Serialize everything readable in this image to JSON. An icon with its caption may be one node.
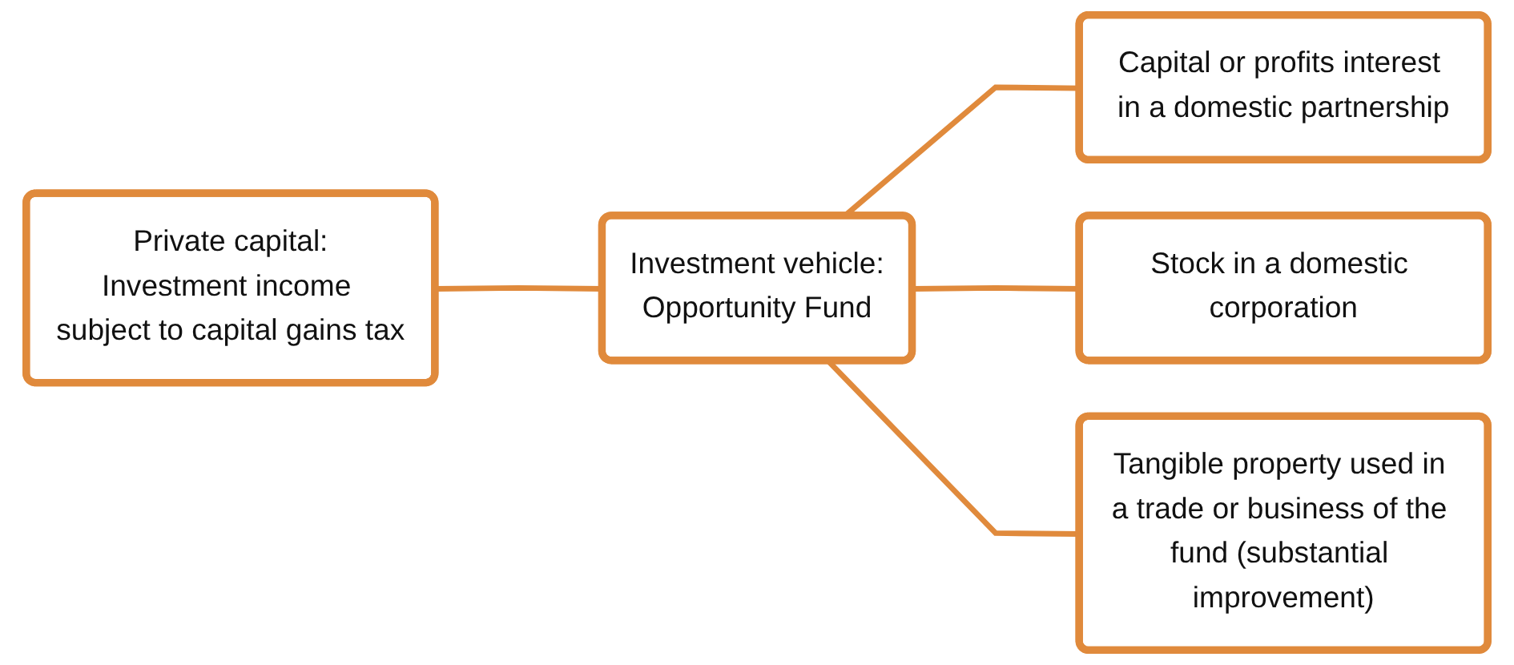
{
  "diagram": {
    "nodes": [
      {
        "text": [
          "Private capital:",
          "Investment income subject to capital gains tax"
        ]
      },
      {
        "text": [
          "Investment vehicle:",
          "Opportunity Fund"
        ]
      },
      {
        "text": [
          "Capital or profits interest in a domestic partnership"
        ]
      },
      {
        "text": [
          "Stock in a domestic corporation"
        ]
      },
      {
        "text": [
          "Tangible property used in a trade or business of the fund (substantial improvement)"
        ]
      }
    ],
    "edges": [
      {
        "from": 0,
        "to": 1,
        "arrow": "none"
      },
      {
        "from": 1,
        "to": 2,
        "arrow": "none"
      },
      {
        "from": 1,
        "to": 3,
        "arrow": "none"
      },
      {
        "from": 1,
        "to": 4,
        "arrow": "none"
      }
    ]
  }
}
